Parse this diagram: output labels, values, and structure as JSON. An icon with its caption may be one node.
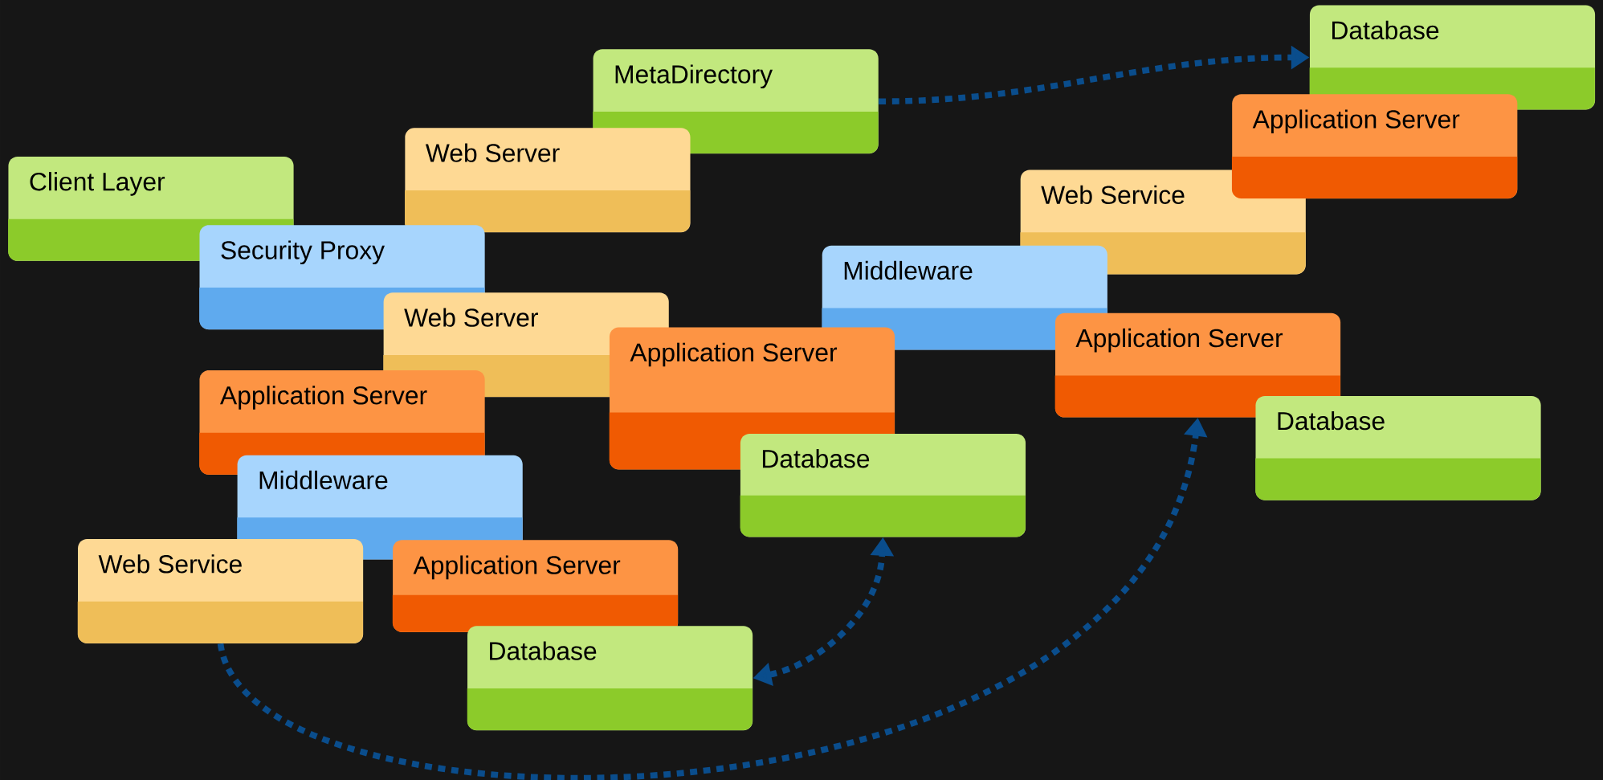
{
  "diagram": {
    "nodes": [
      {
        "text": [
          "Database"
        ]
      },
      {
        "text": [
          "MetaDirectory"
        ]
      },
      {
        "text": [
          "Application Server"
        ]
      },
      {
        "text": [
          "Web Server"
        ]
      },
      {
        "text": [
          "Client Layer"
        ]
      },
      {
        "text": [
          "Web Service"
        ]
      },
      {
        "text": [
          "Security Proxy"
        ]
      },
      {
        "text": [
          "Middleware"
        ]
      },
      {
        "text": [
          "Web Server"
        ]
      },
      {
        "text": [
          "Application Server"
        ]
      },
      {
        "text": [
          "Application Server"
        ]
      },
      {
        "text": [
          "Application Server"
        ]
      },
      {
        "text": [
          "Database"
        ]
      },
      {
        "text": [
          "Database"
        ]
      },
      {
        "text": [
          "Middleware"
        ]
      },
      {
        "text": [
          "Web Service"
        ]
      },
      {
        "text": [
          "Application Server"
        ]
      },
      {
        "text": [
          "Database"
        ]
      }
    ],
    "edges": [
      {
        "from": 1,
        "to": 0,
        "arrow": "to",
        "style": "dashed"
      },
      {
        "from": 17,
        "to": 13,
        "arrow": "both",
        "style": "dashed"
      },
      {
        "from": 15,
        "to": 9,
        "arrow": "to",
        "style": "dashed"
      }
    ]
  }
}
